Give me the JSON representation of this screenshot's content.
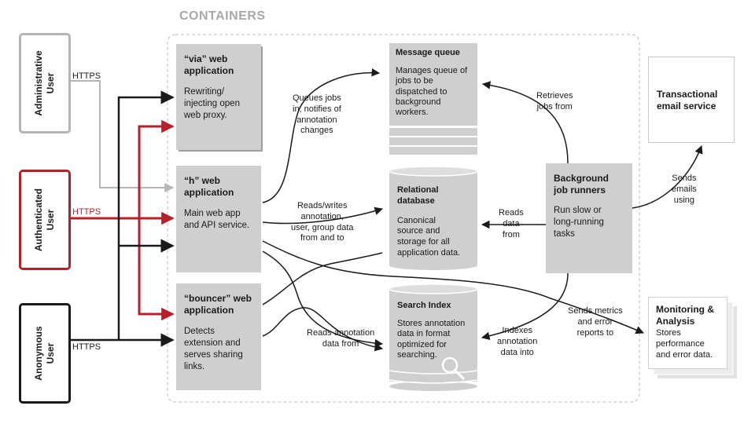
{
  "diagram_title": "CONTAINERS",
  "users": {
    "admin": "Administrative\nUser",
    "authenticated": "Authenticated\nUser",
    "anonymous": "Anonymous\nUser"
  },
  "protocol_label": "HTTPS",
  "apps": {
    "via": {
      "title": "“via” web\napplication",
      "desc": "Rewriting/\ninjecting open\nweb proxy."
    },
    "h": {
      "title": "“h” web\napplication",
      "desc": "Main web app\nand API service."
    },
    "bouncer": {
      "title": "“bouncer” web\napplication",
      "desc": "Detects\nextension and\nserves sharing\nlinks."
    }
  },
  "stores": {
    "message_queue": {
      "title": "Message queue",
      "desc": "Manages queue of\njobs to be\ndispatched to\nbackground\nworkers."
    },
    "relational_db": {
      "title": "Relational\ndatabase",
      "desc": "Canonical\nsource and\nstorage for all\napplication data."
    },
    "search_index": {
      "title": "Search Index",
      "desc": "Stores annotation\ndata in format\noptimized for\nsearching."
    }
  },
  "workers": {
    "title": "Background\njob runners",
    "desc": "Run slow or\nlong-running\ntasks"
  },
  "external": {
    "email": {
      "title": "Transactional\nemail service"
    },
    "monitoring": {
      "title": "Monitoring &\nAnalysis",
      "desc": "Stores\nperformance\nand error data."
    }
  },
  "edges": {
    "queues_jobs": "Queues jobs\nin; notifies of\nannotation\nchanges",
    "reads_writes": "Reads/writes\nannotation,\nuser, group data\nfrom and to",
    "reads_annotation": "Reads annotation\ndata from",
    "retrieves_jobs": "Retrieves\njobs from",
    "reads_data": "Reads\ndata\nfrom",
    "indexes": "Indexes\nannotation\ndata into",
    "sends_emails": "Sends\nemails\nusing",
    "sends_metrics": "Sends metrics\nand error\nreports to"
  },
  "colors": {
    "accent_red": "#b5202b",
    "box_gray": "#cfcfcf",
    "admin_gray": "#b5b5b5",
    "arrow": "#1a1a1a"
  }
}
